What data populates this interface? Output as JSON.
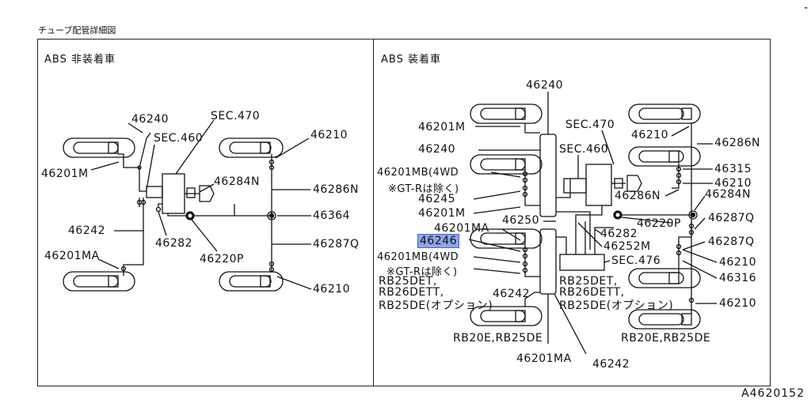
{
  "page": {
    "title": "チューブ配管詳細図",
    "catalog_number": "A4620152",
    "corner_mark": "-"
  },
  "left_panel": {
    "label": "ABS 非装着車",
    "labels": {
      "p46240": "46240",
      "sec470": "SEC.470",
      "sec460": "SEC.460",
      "p46210_top": "46210",
      "p46201M": "46201M",
      "p46284N": "46284N",
      "p46286N": "46286N",
      "p46364": "46364",
      "p46242": "46242",
      "p46282": "46282",
      "p46287Q": "46287Q",
      "p46201MA": "46201MA",
      "p46220P": "46220P",
      "p46210_bottom": "46210"
    }
  },
  "right_panel": {
    "label": "ABS 装着車",
    "labels": {
      "p46240_top": "46240",
      "p46201M_top": "46201M",
      "sec470": "SEC.470",
      "p46210_top": "46210",
      "p46286N_right": "46286N",
      "p46240_mid": "46240",
      "sec460": "SEC.460",
      "p46315": "46315",
      "p46201MB_4wd_top": "46201MB(4WD",
      "gtr_excl_top": "※GT-Rは除く)",
      "p46210_mid": "46210",
      "p46245": "46245",
      "p46286N_mid": "46286N",
      "p46284N": "46284N",
      "p46201M_mid": "46201M",
      "p46250": "46250",
      "p46220P": "46220P",
      "p46287Q_top": "46287Q",
      "p46201MA_mid": "46201MA",
      "p46282": "46282",
      "p46246": "46246",
      "p46252M": "46252M",
      "p46287Q_mid": "46287Q",
      "p46201MB_4wd_bot": "46201MB(4WD",
      "sec476": "SEC.476",
      "p46210_low": "46210",
      "gtr_excl_bot": "※GT-Rは除く)",
      "p46316": "46316",
      "rb25det_l": "RB25DET,",
      "rb26dett_l": "RB26DETT,",
      "rb25de_opt_l": "RB25DE(オプション)",
      "rb25det_r": "RB25DET,",
      "rb26dett_r": "RB26DETT,",
      "rb25de_opt_r": "RB25DE(オプション)",
      "p46242_mid": "46242",
      "p46210_bottom": "46210",
      "rb20e_l": "RB20E,RB25DE",
      "rb20e_r": "RB20E,RB25DE",
      "p46201MA_bot": "46201MA",
      "p46242_bot": "46242"
    }
  }
}
